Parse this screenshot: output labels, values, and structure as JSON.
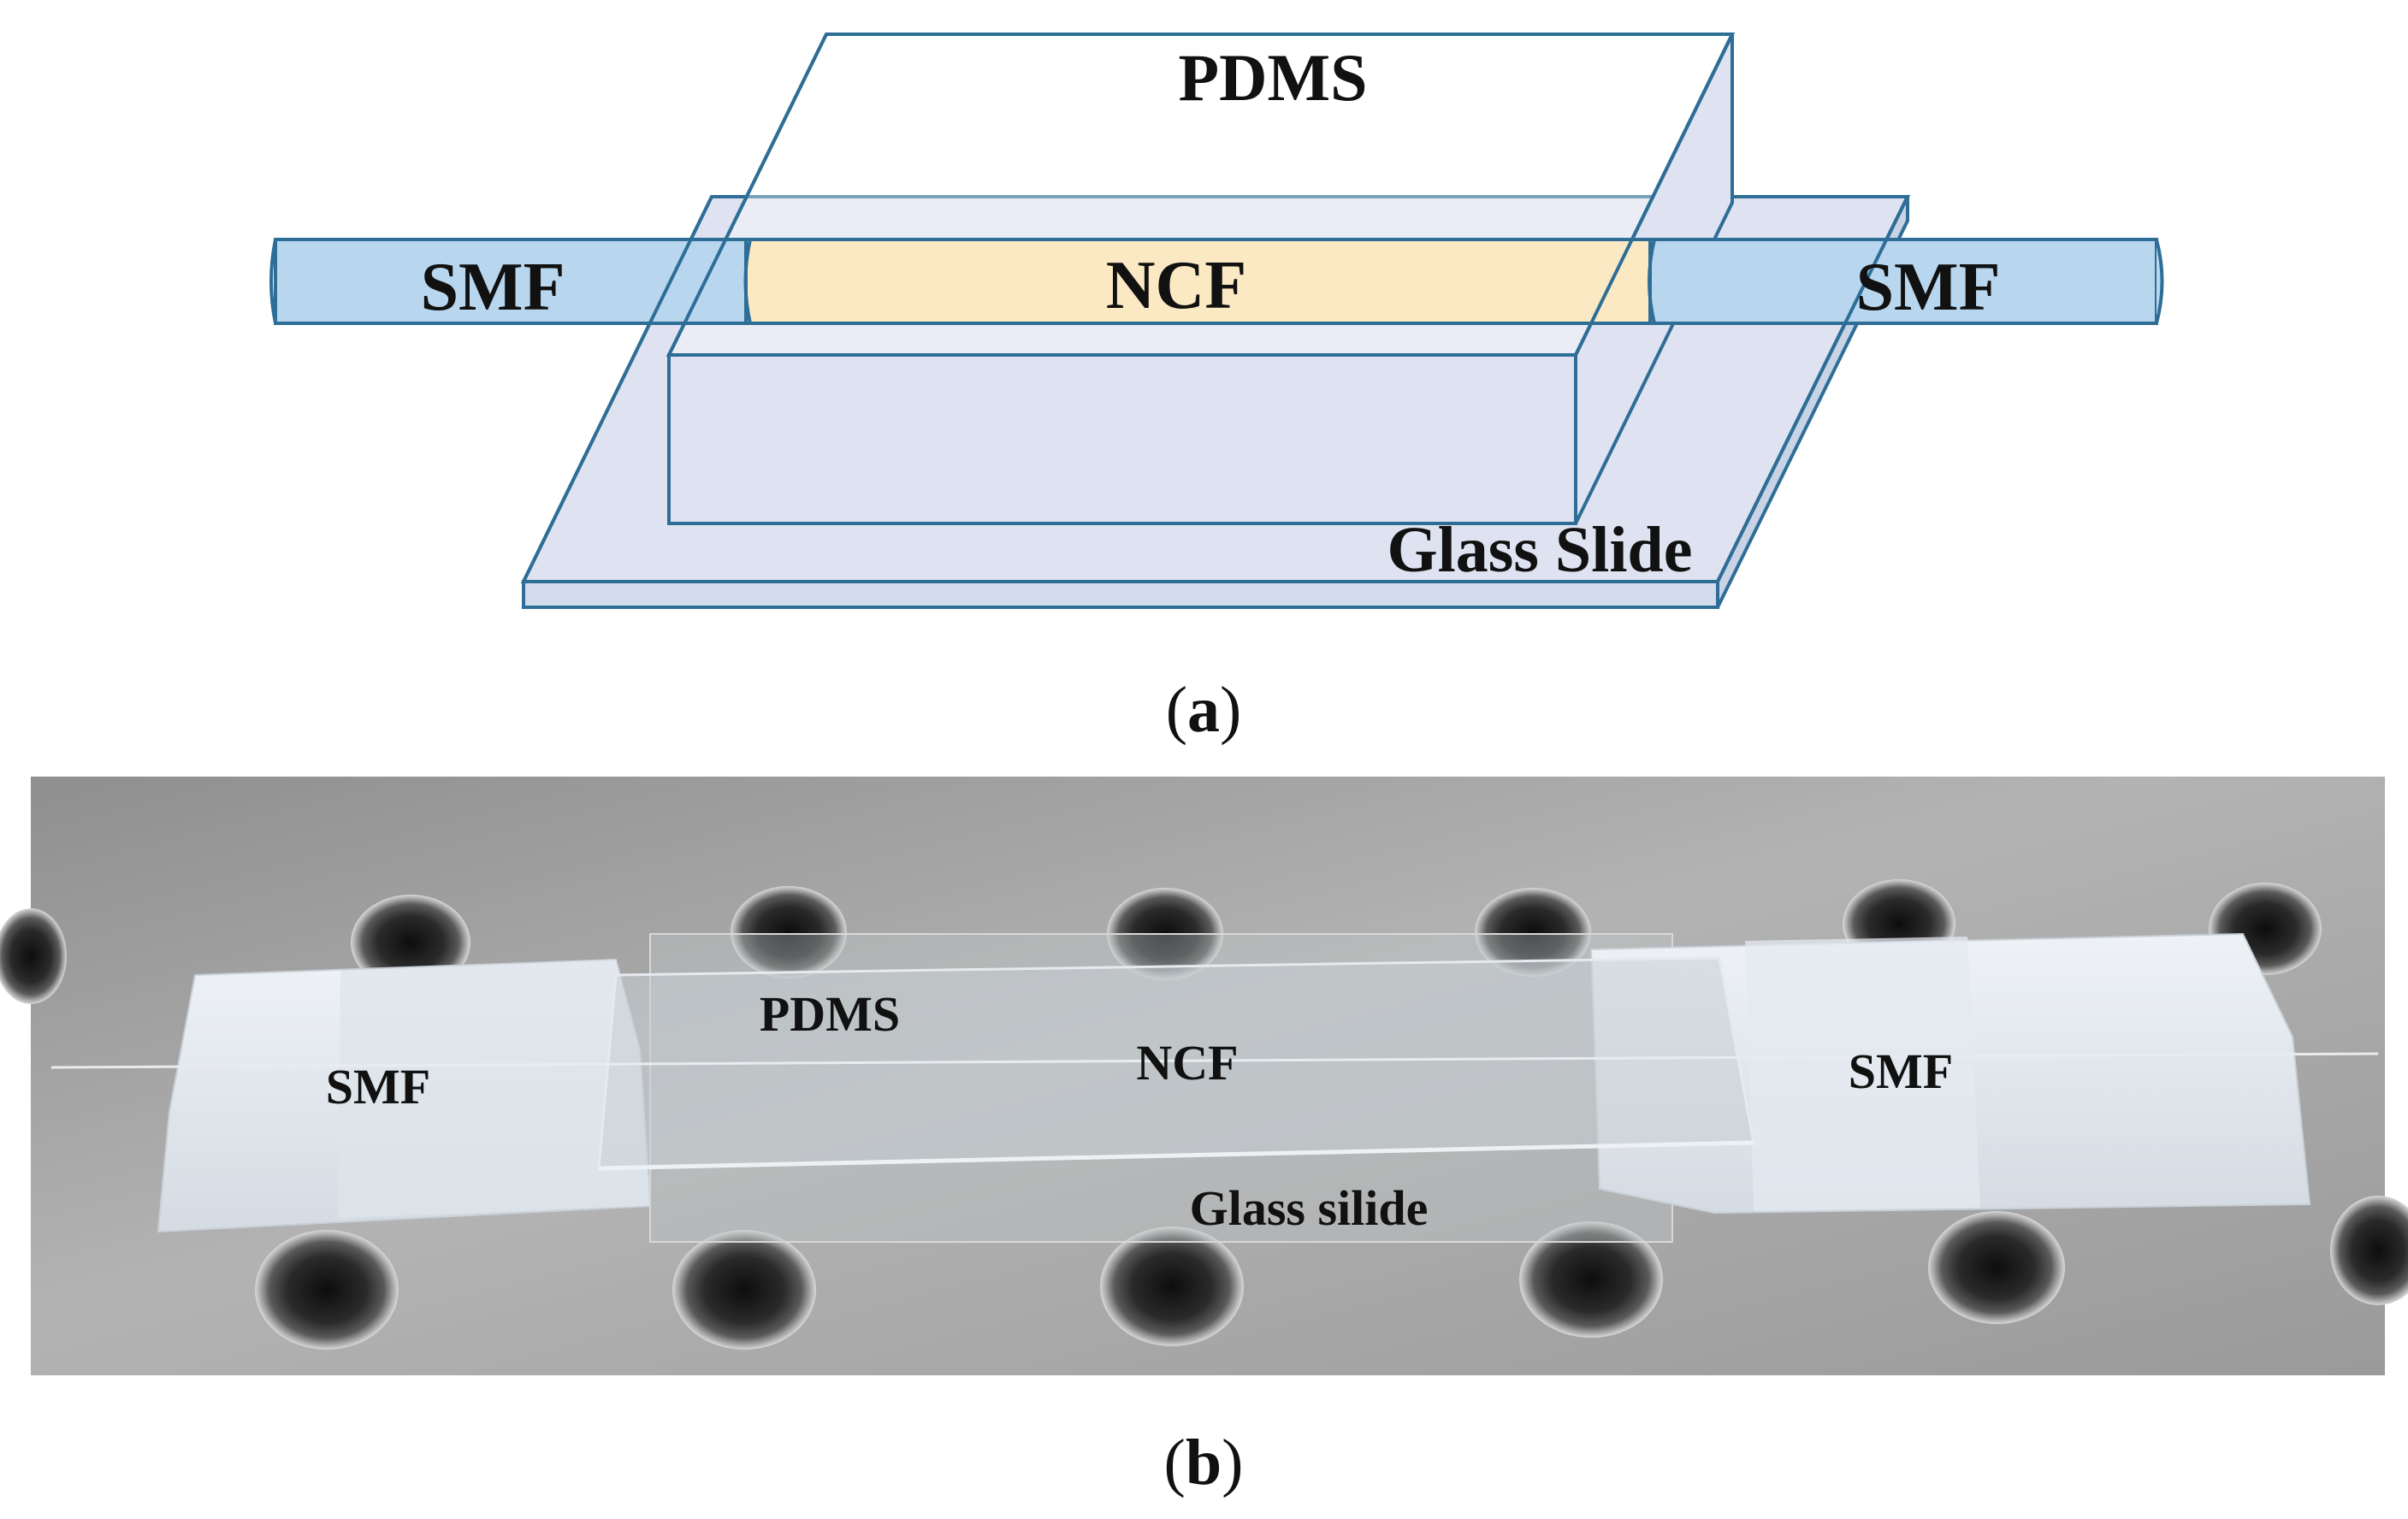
{
  "panel_a": {
    "labels": {
      "pdms": "PDMS",
      "ncf": "NCF",
      "smf_left": "SMF",
      "smf_right": "SMF",
      "glass": "Glass Slide"
    },
    "caption": {
      "open": "(",
      "letter": "a",
      "close": ")"
    },
    "colors": {
      "outline": "#2e6e96",
      "fiber": "#b8d6ee",
      "ncf": "#fbe9c4",
      "glass": "#dfe3f1"
    }
  },
  "panel_b": {
    "labels": {
      "pdms": "PDMS",
      "ncf": "NCF",
      "smf_left": "SMF",
      "smf_right": "SMF",
      "glass": "Glass silide"
    },
    "caption": {
      "open": "(",
      "letter": "b",
      "close": ")"
    },
    "colors": {
      "plate": "#a7a7a7",
      "tape": "#e2e8ee",
      "hole": "#1b1b1b"
    }
  }
}
